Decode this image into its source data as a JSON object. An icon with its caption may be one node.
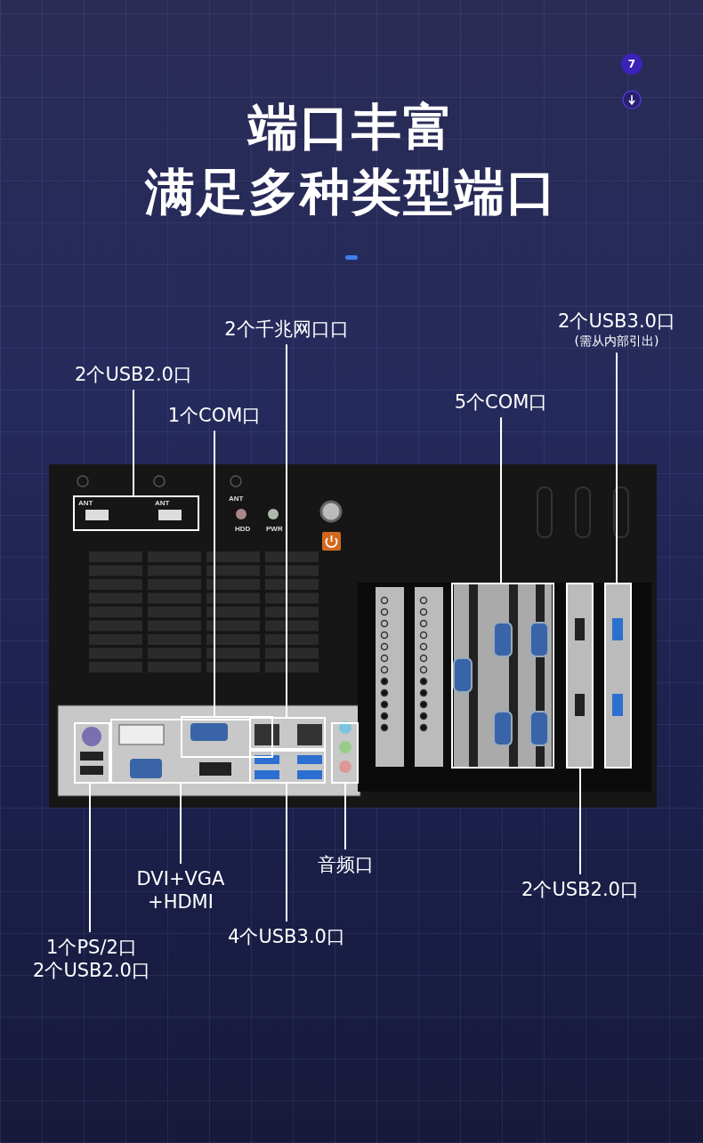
{
  "diagram": {
    "title": "端口丰富",
    "nodes": [
      {
        "text": [
          "2个千兆网口口"
        ]
      },
      {
        "text": [
          "2个USB3.0口",
          "(需从内部引出)"
        ]
      },
      {
        "text": [
          "2个USB2.0口"
        ]
      },
      {
        "text": [
          "5个COM口"
        ]
      },
      {
        "text": [
          "1个COM口"
        ]
      },
      {
        "text": [
          "音频口"
        ]
      },
      {
        "text": [
          "DVI+VGA +HDMI"
        ]
      },
      {
        "text": [
          "2个USB2.0口"
        ]
      },
      {
        "text": [
          "4个USB3.0口"
        ]
      },
      {
        "text": [
          "1个PS/2口 2个USB2.0口"
        ]
      },
      {
        "text": [],
        "shape": "box"
      },
      {
        "text": [],
        "shape": "box"
      },
      {
        "text": [],
        "shape": "box"
      },
      {
        "text": [],
        "shape": "box"
      },
      {
        "text": [],
        "shape": "box"
      },
      {
        "text": [],
        "shape": "box"
      },
      {
        "text": [],
        "shape": "box"
      },
      {
        "text": [],
        "shape": "box"
      },
      {
        "text": [],
        "shape": "box"
      },
      {
        "text": [],
        "shape": "box"
      }
    ],
    "edges": [
      {
        "from": 2,
        "to": 10,
        "arrow": "none"
      },
      {
        "from": 9,
        "to": 11,
        "arrow": "none"
      },
      {
        "from": 6,
        "to": 12,
        "arrow": "none"
      },
      {
        "from": 4,
        "to": 13,
        "arrow": "none"
      },
      {
        "from": 0,
        "to": 14,
        "arrow": "none"
      },
      {
        "from": 8,
        "to": 15,
        "arrow": "none"
      },
      {
        "from": 5,
        "to": 16,
        "arrow": "none"
      },
      {
        "from": 3,
        "to": 17,
        "arrow": "none"
      },
      {
        "from": 7,
        "to": 18,
        "arrow": "none"
      },
      {
        "from": 1,
        "to": 19,
        "arrow": "none"
      }
    ],
    "labels": [
      "7",
      "满足多种类型端口",
      "ANT",
      "ANT",
      "ANT",
      "HDD",
      "PWR"
    ]
  }
}
